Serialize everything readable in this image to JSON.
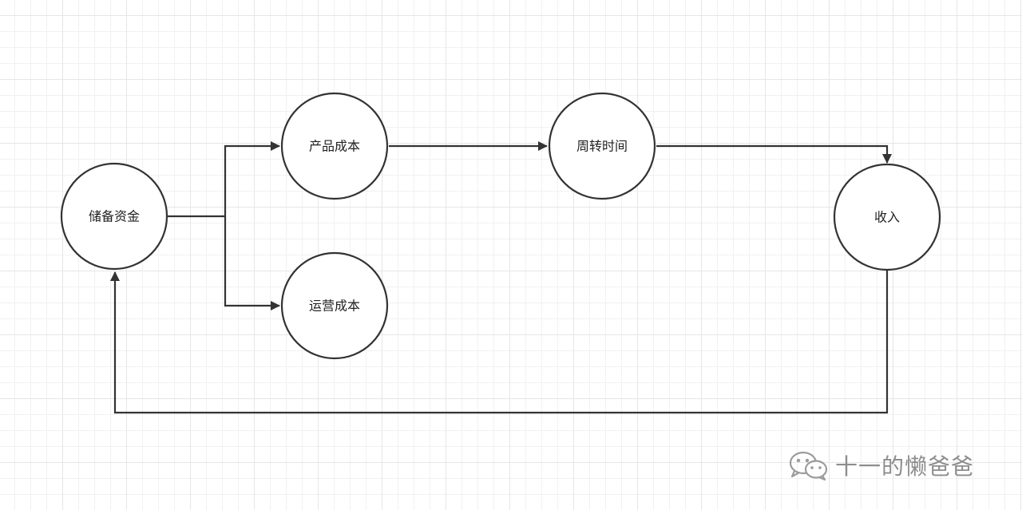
{
  "diagram": {
    "nodes": {
      "reserve_funds": "储备资金",
      "product_cost": "产品成本",
      "operating_cost": "运营成本",
      "turnover_time": "周转时间",
      "income": "收入"
    },
    "edges": [
      {
        "from": "reserve_funds",
        "to": "product_cost"
      },
      {
        "from": "reserve_funds",
        "to": "operating_cost"
      },
      {
        "from": "product_cost",
        "to": "turnover_time"
      },
      {
        "from": "turnover_time",
        "to": "income"
      },
      {
        "from": "income",
        "to": "reserve_funds"
      }
    ]
  },
  "watermark": {
    "text": "十一的懒爸爸",
    "icon": "wechat-icon"
  },
  "colors": {
    "stroke": "#333333",
    "grid": "#e6e6e6",
    "background": "#ffffff",
    "watermark": "#7a7a7a"
  }
}
